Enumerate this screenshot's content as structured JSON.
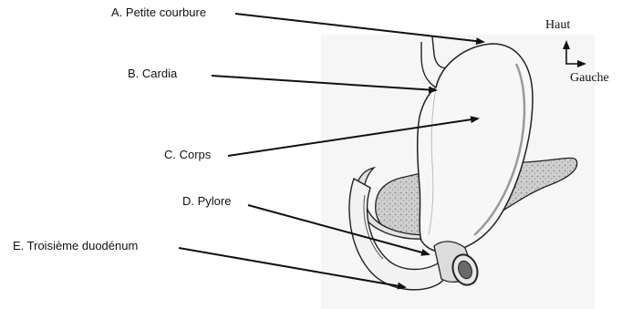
{
  "labels": {
    "a": "A. Petite courbure",
    "b": "B. Cardia",
    "c": "C. Corps",
    "d": "D. Pylore",
    "e": "E. Troisième duodénum"
  },
  "orientation": {
    "up": "Haut",
    "left": "Gauche"
  },
  "colors": {
    "ink": "#111111",
    "paper": "#f6f6f6",
    "stomach_fill": "#f7f7f7",
    "shade": "#c9c9c9",
    "pancreas": "#d2d2d2"
  }
}
